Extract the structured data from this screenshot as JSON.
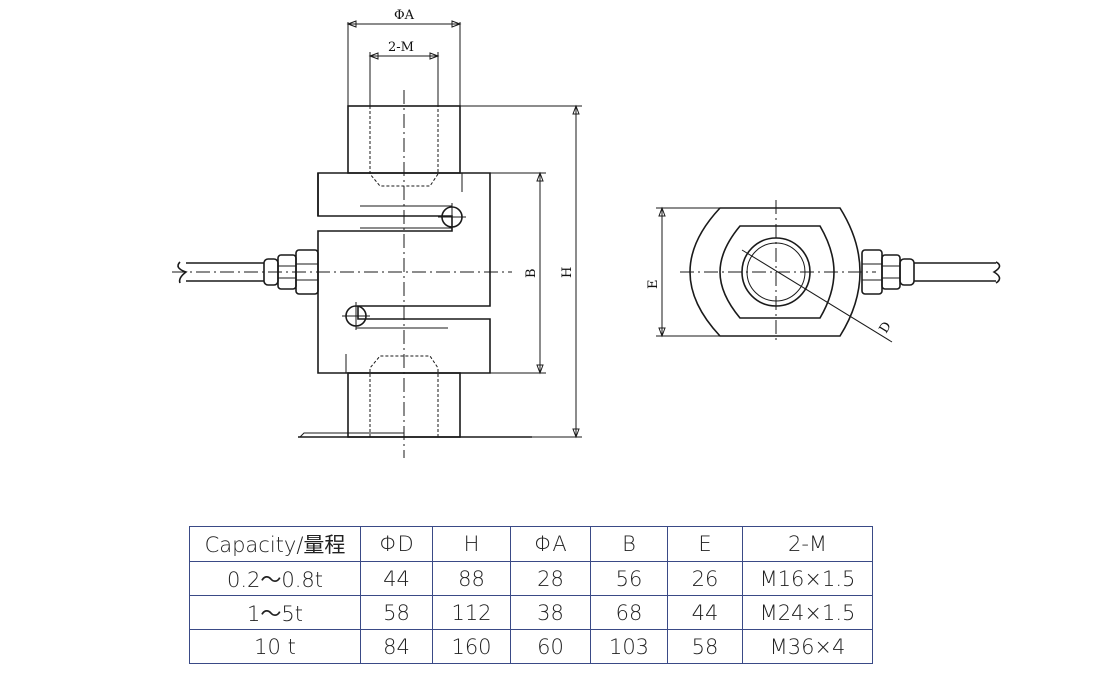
{
  "drawing_labels": {
    "dim_a": "ΦA",
    "dim_m": "2-M",
    "dim_b": "B",
    "dim_h": "H",
    "dim_e": "E",
    "dim_d": "D"
  },
  "table": {
    "headers": [
      "Capacity/量程",
      "ΦD",
      "H",
      "ΦA",
      "B",
      "E",
      "2-M"
    ],
    "rows": [
      [
        "0.2～0.8t",
        "44",
        "88",
        "28",
        "56",
        "26",
        "M16×1.5"
      ],
      [
        "1～5t",
        "58",
        "112",
        "38",
        "68",
        "44",
        "M24×1.5"
      ],
      [
        "10 t",
        "84",
        "160",
        "60",
        "103",
        "58",
        "M36×4"
      ]
    ]
  }
}
